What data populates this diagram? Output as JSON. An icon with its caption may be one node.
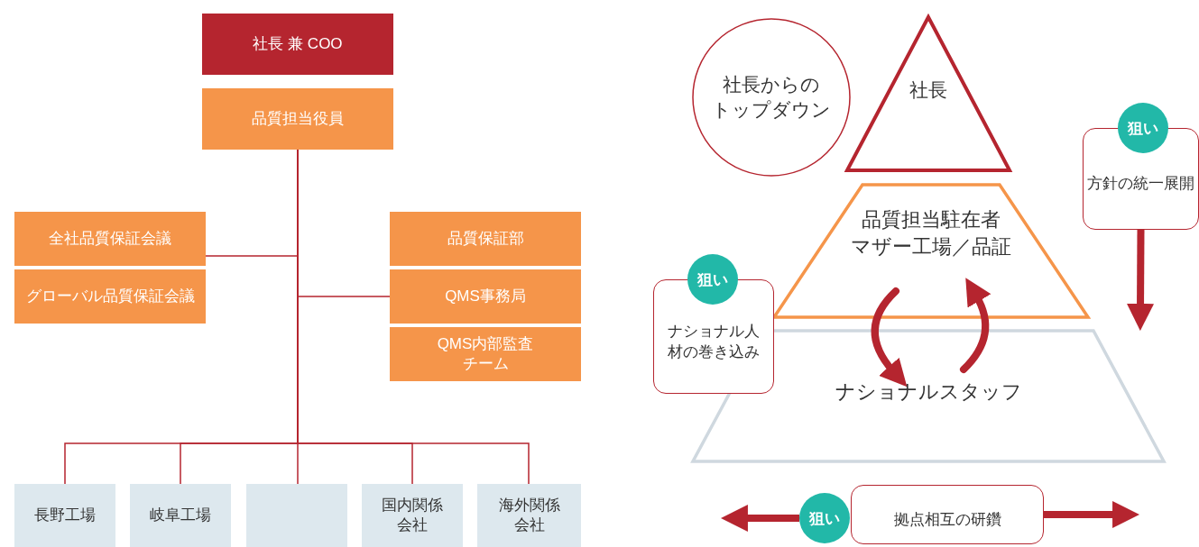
{
  "diagram": {
    "nodes": [
      {
        "text": [
          "社長 兼 COO"
        ]
      },
      {
        "text": [
          "品質担当役員"
        ]
      },
      {
        "text": [
          "全社品質保証会議"
        ]
      },
      {
        "text": [
          "グローバル品質保証会議"
        ]
      },
      {
        "text": [
          "品質保証部"
        ]
      },
      {
        "text": [
          "QMS事務局"
        ]
      },
      {
        "text": [
          "QMS内部監査チーム"
        ]
      },
      {
        "text": [
          "長野工場"
        ]
      },
      {
        "text": [
          "岐阜工場"
        ]
      },
      {
        "text": [],
        "shape": "box"
      },
      {
        "text": [
          "国内関係会社"
        ]
      },
      {
        "text": [
          "海外関係会社"
        ]
      },
      {
        "text": [
          "社長からのトップダウン"
        ]
      },
      {
        "text": [
          "社長"
        ]
      },
      {
        "text": [
          "品質担当駐在者",
          "マザー工場／品証"
        ]
      },
      {
        "text": [
          "ナショナルスタッフ"
        ]
      },
      {
        "text": [
          "狙い"
        ]
      },
      {
        "text": [
          "方針の統一展開"
        ]
      },
      {
        "text": [
          "狙い"
        ]
      },
      {
        "text": [
          "ナショナル人材の巻き込み"
        ]
      },
      {
        "text": [
          "狙い"
        ]
      },
      {
        "text": [
          "拠点相互の研鑽"
        ]
      }
    ],
    "edges": [
      {
        "from": 1,
        "to": 2,
        "arrow": "none"
      },
      {
        "from": 1,
        "to": 5,
        "arrow": "none"
      },
      {
        "from": 1,
        "to": 7,
        "arrow": "none"
      },
      {
        "from": 1,
        "to": 8,
        "arrow": "none"
      },
      {
        "from": 1,
        "to": 9,
        "arrow": "none"
      },
      {
        "from": 1,
        "to": 10,
        "arrow": "none"
      },
      {
        "from": 1,
        "to": 11,
        "arrow": "none"
      },
      {
        "from": 14,
        "to": 15,
        "arrow": "to",
        "style": "thick"
      },
      {
        "from": 15,
        "to": 14,
        "arrow": "to",
        "style": "thick"
      },
      {
        "from": 17,
        "to": null,
        "arrow": "to",
        "style": "thick"
      },
      {
        "from": 20,
        "to": null,
        "arrow": "to",
        "style": "thick"
      },
      {
        "from": 21,
        "to": null,
        "arrow": "to",
        "style": "thick"
      }
    ]
  }
}
